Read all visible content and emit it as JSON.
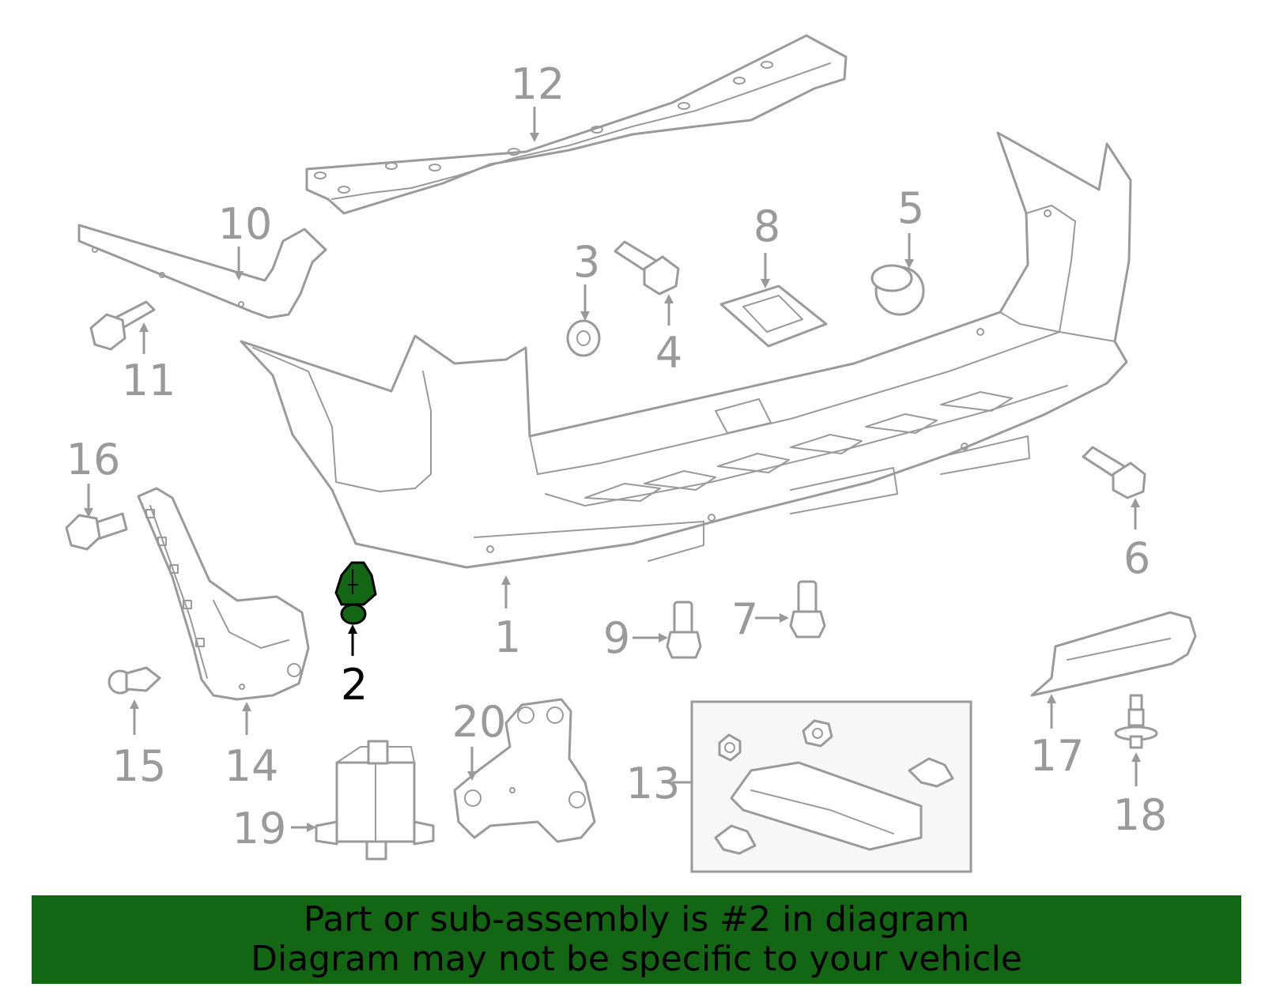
{
  "callouts": {
    "c1": "1",
    "c2": "2",
    "c3": "3",
    "c4": "4",
    "c5": "5",
    "c6": "6",
    "c7": "7",
    "c8": "8",
    "c9": "9",
    "c10": "10",
    "c11": "11",
    "c12": "12",
    "c13": "13",
    "c14": "14",
    "c15": "15",
    "c16": "16",
    "c17": "17",
    "c18": "18",
    "c19": "19",
    "c20": "20"
  },
  "highlight": {
    "part_number": "2",
    "color": "#136613",
    "outline": "#000000"
  },
  "colors": {
    "line": "#9a9a9a",
    "banner": "#136613"
  },
  "banner": {
    "line1": "Part or sub-assembly is #2 in diagram",
    "line2": "Diagram may not be specific to your vehicle"
  }
}
